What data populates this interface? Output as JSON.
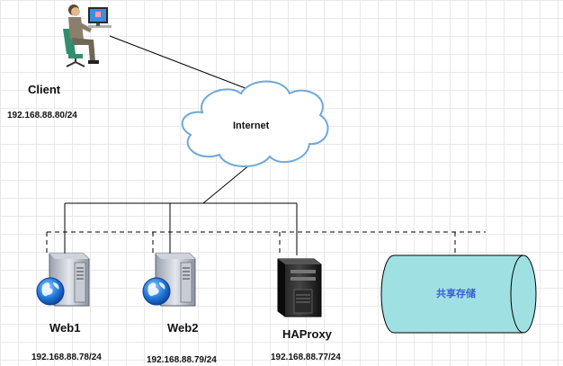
{
  "client": {
    "label": "Client",
    "ip": "192.168.88.80/24"
  },
  "internet": {
    "label": "Internet"
  },
  "web1": {
    "label": "Web1",
    "ip": "192.168.88.78/24"
  },
  "web2": {
    "label": "Web2",
    "ip": "192.168.88.79/24"
  },
  "haproxy": {
    "label": "HAProxy",
    "ip": "192.168.88.77/24"
  },
  "storage": {
    "label": "共享存储"
  },
  "colors": {
    "cloud_stroke": "#6fa8d8",
    "storage_fill": "#9fe1e3",
    "storage_text": "#3d5fd6"
  }
}
